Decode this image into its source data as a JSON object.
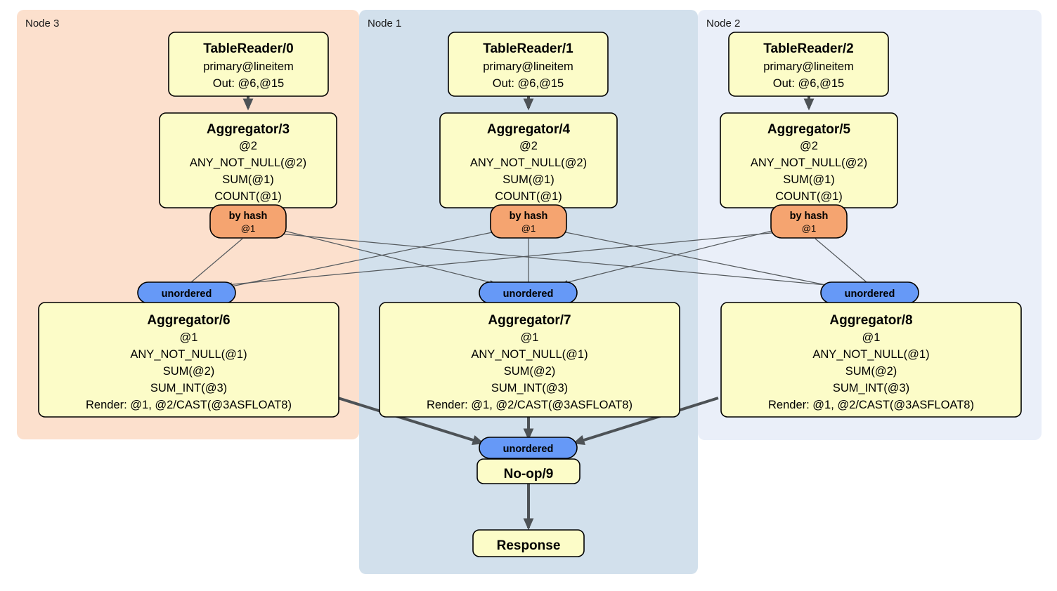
{
  "diagram": {
    "type": "distributed-query-plan",
    "title": "",
    "colors": {
      "node3_panel": "#fce0cd",
      "node1_panel": "#d2e0ec",
      "node2_panel": "#eaeff9",
      "operator_box": "#fcfcc8",
      "by_hash_pill": "#f5a470",
      "unordered_pill": "#6699f7",
      "edge": "#555a5e",
      "edge_bold": "#4d5256"
    },
    "panels": [
      {
        "id": "node3",
        "label": "Node 3",
        "fill": "#fce0cd"
      },
      {
        "id": "node1",
        "label": "Node 1",
        "fill": "#d2e0ec"
      },
      {
        "id": "node2",
        "label": "Node 2",
        "fill": "#eaeff9"
      }
    ],
    "operators": [
      {
        "id": "tablereader0",
        "panel": "node3",
        "kind": "box",
        "title": "TableReader/0",
        "lines": [
          "primary@lineitem",
          "Out: @6,@15"
        ]
      },
      {
        "id": "tablereader1",
        "panel": "node1",
        "kind": "box",
        "title": "TableReader/1",
        "lines": [
          "primary@lineitem",
          "Out: @6,@15"
        ]
      },
      {
        "id": "tablereader2",
        "panel": "node2",
        "kind": "box",
        "title": "TableReader/2",
        "lines": [
          "primary@lineitem",
          "Out: @6,@15"
        ]
      },
      {
        "id": "aggregator3",
        "panel": "node3",
        "kind": "box",
        "title": "Aggregator/3",
        "lines": [
          "@2",
          "ANY_NOT_NULL(@2)",
          "SUM(@1)",
          "COUNT(@1)"
        ]
      },
      {
        "id": "aggregator4",
        "panel": "node1",
        "kind": "box",
        "title": "Aggregator/4",
        "lines": [
          "@2",
          "ANY_NOT_NULL(@2)",
          "SUM(@1)",
          "COUNT(@1)"
        ]
      },
      {
        "id": "aggregator5",
        "panel": "node2",
        "kind": "box",
        "title": "Aggregator/5",
        "lines": [
          "@2",
          "ANY_NOT_NULL(@2)",
          "SUM(@1)",
          "COUNT(@1)"
        ]
      },
      {
        "id": "aggregator6",
        "panel": "node3",
        "kind": "box",
        "title": "Aggregator/6",
        "lines": [
          "@1",
          "ANY_NOT_NULL(@1)",
          "SUM(@2)",
          "SUM_INT(@3)",
          "Render: @1, @2/CAST(@3ASFLOAT8)"
        ]
      },
      {
        "id": "aggregator7",
        "panel": "node1",
        "kind": "box",
        "title": "Aggregator/7",
        "lines": [
          "@1",
          "ANY_NOT_NULL(@1)",
          "SUM(@2)",
          "SUM_INT(@3)",
          "Render: @1, @2/CAST(@3ASFLOAT8)"
        ]
      },
      {
        "id": "aggregator8",
        "panel": "node2",
        "kind": "box",
        "title": "Aggregator/8",
        "lines": [
          "@1",
          "ANY_NOT_NULL(@1)",
          "SUM(@2)",
          "SUM_INT(@3)",
          "Render: @1, @2/CAST(@3ASFLOAT8)"
        ]
      },
      {
        "id": "noop9",
        "panel": "node1",
        "kind": "box",
        "title": "No-op/9",
        "lines": []
      },
      {
        "id": "response",
        "panel": "node1",
        "kind": "box",
        "title": "Response",
        "lines": []
      }
    ],
    "routers": [
      {
        "id": "byhash3",
        "panel": "node3",
        "kind": "pill-hash",
        "title": "by hash",
        "sub": "@1"
      },
      {
        "id": "byhash4",
        "panel": "node1",
        "kind": "pill-hash",
        "title": "by hash",
        "sub": "@1"
      },
      {
        "id": "byhash5",
        "panel": "node2",
        "kind": "pill-hash",
        "title": "by hash",
        "sub": "@1"
      }
    ],
    "synchronizers": [
      {
        "id": "unordered6",
        "panel": "node3",
        "kind": "pill-unordered",
        "title": "unordered"
      },
      {
        "id": "unordered7",
        "panel": "node1",
        "kind": "pill-unordered",
        "title": "unordered"
      },
      {
        "id": "unordered8",
        "panel": "node2",
        "kind": "pill-unordered",
        "title": "unordered"
      },
      {
        "id": "unordered9",
        "panel": "node1",
        "kind": "pill-unordered",
        "title": "unordered"
      }
    ],
    "edges": [
      {
        "from": "tablereader0",
        "to": "aggregator3",
        "style": "bold"
      },
      {
        "from": "tablereader1",
        "to": "aggregator4",
        "style": "bold"
      },
      {
        "from": "tablereader2",
        "to": "aggregator5",
        "style": "bold"
      },
      {
        "from": "byhash3",
        "to": "unordered6",
        "style": "thin"
      },
      {
        "from": "byhash3",
        "to": "unordered7",
        "style": "thin"
      },
      {
        "from": "byhash3",
        "to": "unordered8",
        "style": "thin"
      },
      {
        "from": "byhash4",
        "to": "unordered6",
        "style": "thin"
      },
      {
        "from": "byhash4",
        "to": "unordered7",
        "style": "thin"
      },
      {
        "from": "byhash4",
        "to": "unordered8",
        "style": "thin"
      },
      {
        "from": "byhash5",
        "to": "unordered6",
        "style": "thin"
      },
      {
        "from": "byhash5",
        "to": "unordered7",
        "style": "thin"
      },
      {
        "from": "byhash5",
        "to": "unordered8",
        "style": "thin"
      },
      {
        "from": "aggregator6",
        "to": "unordered9",
        "style": "bold"
      },
      {
        "from": "aggregator7",
        "to": "unordered9",
        "style": "bold"
      },
      {
        "from": "aggregator8",
        "to": "unordered9",
        "style": "bold"
      },
      {
        "from": "noop9",
        "to": "response",
        "style": "bold"
      }
    ]
  }
}
